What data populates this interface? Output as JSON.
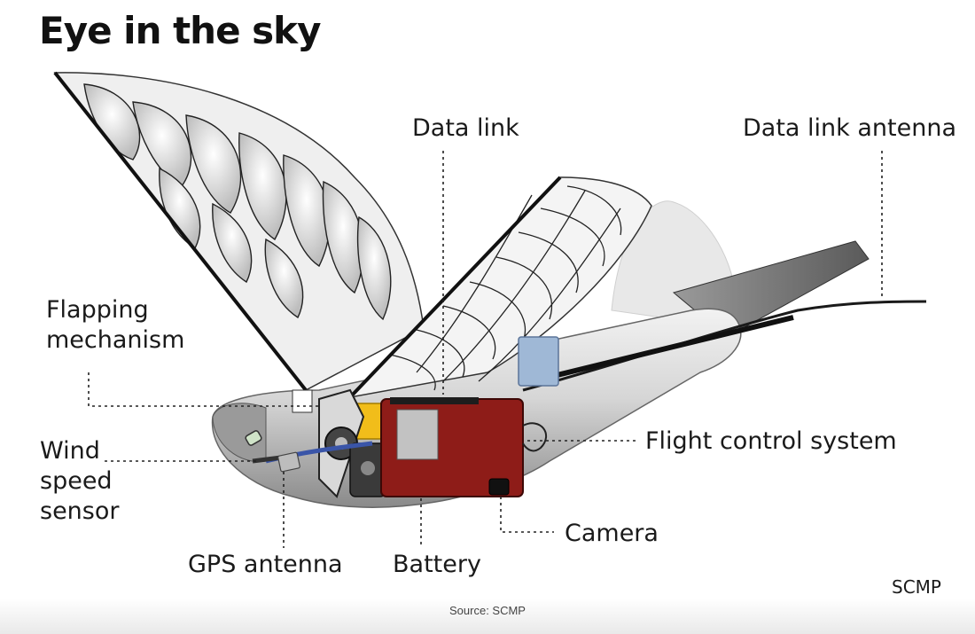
{
  "title": "Eye in the sky",
  "labels": {
    "flapping_mechanism": "Flapping\nmechanism",
    "data_link": "Data link",
    "data_link_antenna": "Data link antenna",
    "flight_control_system": "Flight control system",
    "wind_speed_sensor": "Wind\nspeed\nsensor",
    "gps_antenna": "GPS antenna",
    "battery": "Battery",
    "camera": "Camera"
  },
  "credit": "SCMP",
  "footer": {
    "source": "Source: SCMP"
  },
  "colors": {
    "flight_control_box": "#8e1c18",
    "battery_yellow": "#f1bd1a",
    "data_link_module": "#9fb8d6",
    "wire_blue": "#3a55a8"
  }
}
